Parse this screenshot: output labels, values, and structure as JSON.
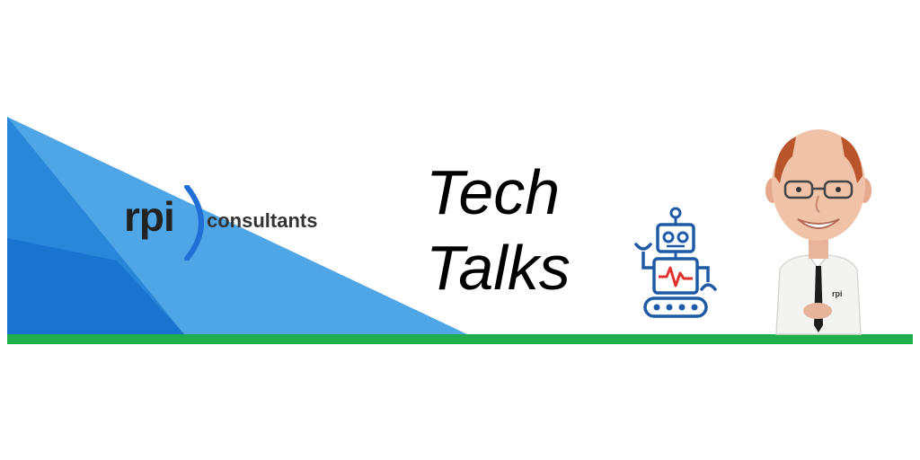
{
  "logo": {
    "part1": "rpi",
    "part2": "consultants",
    "arc_color": "#1f6fd6"
  },
  "title": {
    "line1": "Tech",
    "line2": "Talks"
  },
  "colors": {
    "triangle_light": "#4fa6e6",
    "triangle_dark": "#1a73cf",
    "bar_green": "#1fae4b",
    "robot_blue": "#1f5aa6",
    "robot_red": "#e0322a"
  },
  "icons": {
    "robot": "robot-icon",
    "character": "bobblehead-man-figure"
  },
  "figure": {
    "shirt_logo": "rpi"
  }
}
